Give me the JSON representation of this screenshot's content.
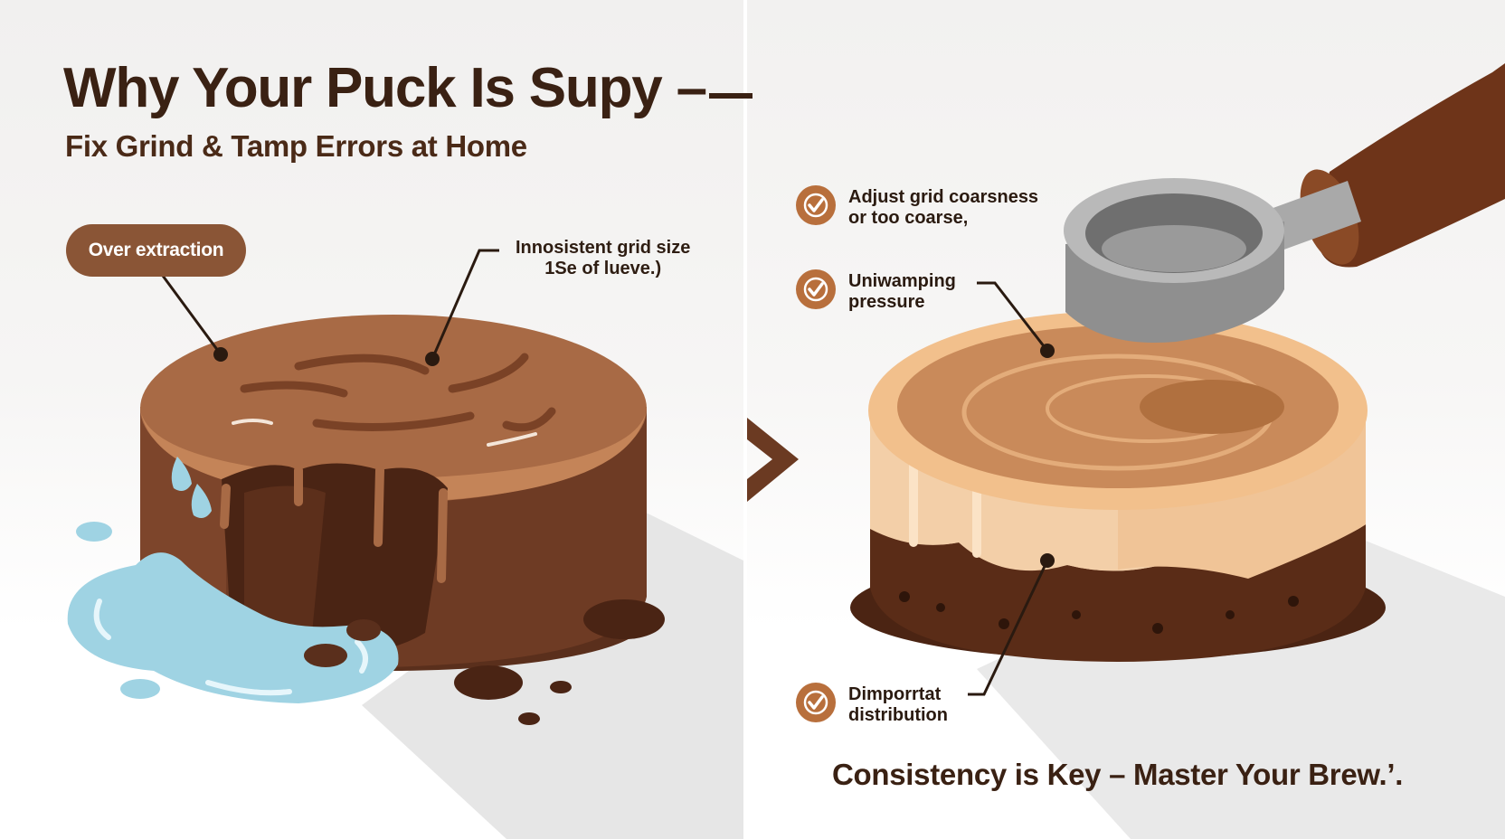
{
  "header": {
    "title": "Why Your Puck Is Supy –",
    "subtitle": "Fix Grind & Tamp Errors at Home"
  },
  "left_panel": {
    "badge_label": "Over extraction",
    "callout_lines": [
      "Innosistent grid size",
      "1Se of lueve.)"
    ]
  },
  "right_panel": {
    "tips": [
      {
        "lines": [
          "Adjust grid coarsness",
          "or too coarse,"
        ]
      },
      {
        "lines": [
          "Uniwamping",
          "pressure"
        ]
      },
      {
        "lines": [
          "Dimporrtat",
          "distribution"
        ]
      }
    ],
    "footer": "Consistency is Key – Master Your Brew.’."
  },
  "icons": [
    "arrow-right-icon",
    "check-icon",
    "water-drop-icon",
    "tamper-icon"
  ],
  "colors": {
    "title_text": "#3a2113",
    "badge_bg": "#8a5536",
    "check_bg": "#b86f3c",
    "puck_top": "#a86a45",
    "puck_side": "#6e3b24",
    "water": "#9fd3e3",
    "tamped_top": "#c98a5a",
    "tamped_side": "#f3cfa8"
  }
}
